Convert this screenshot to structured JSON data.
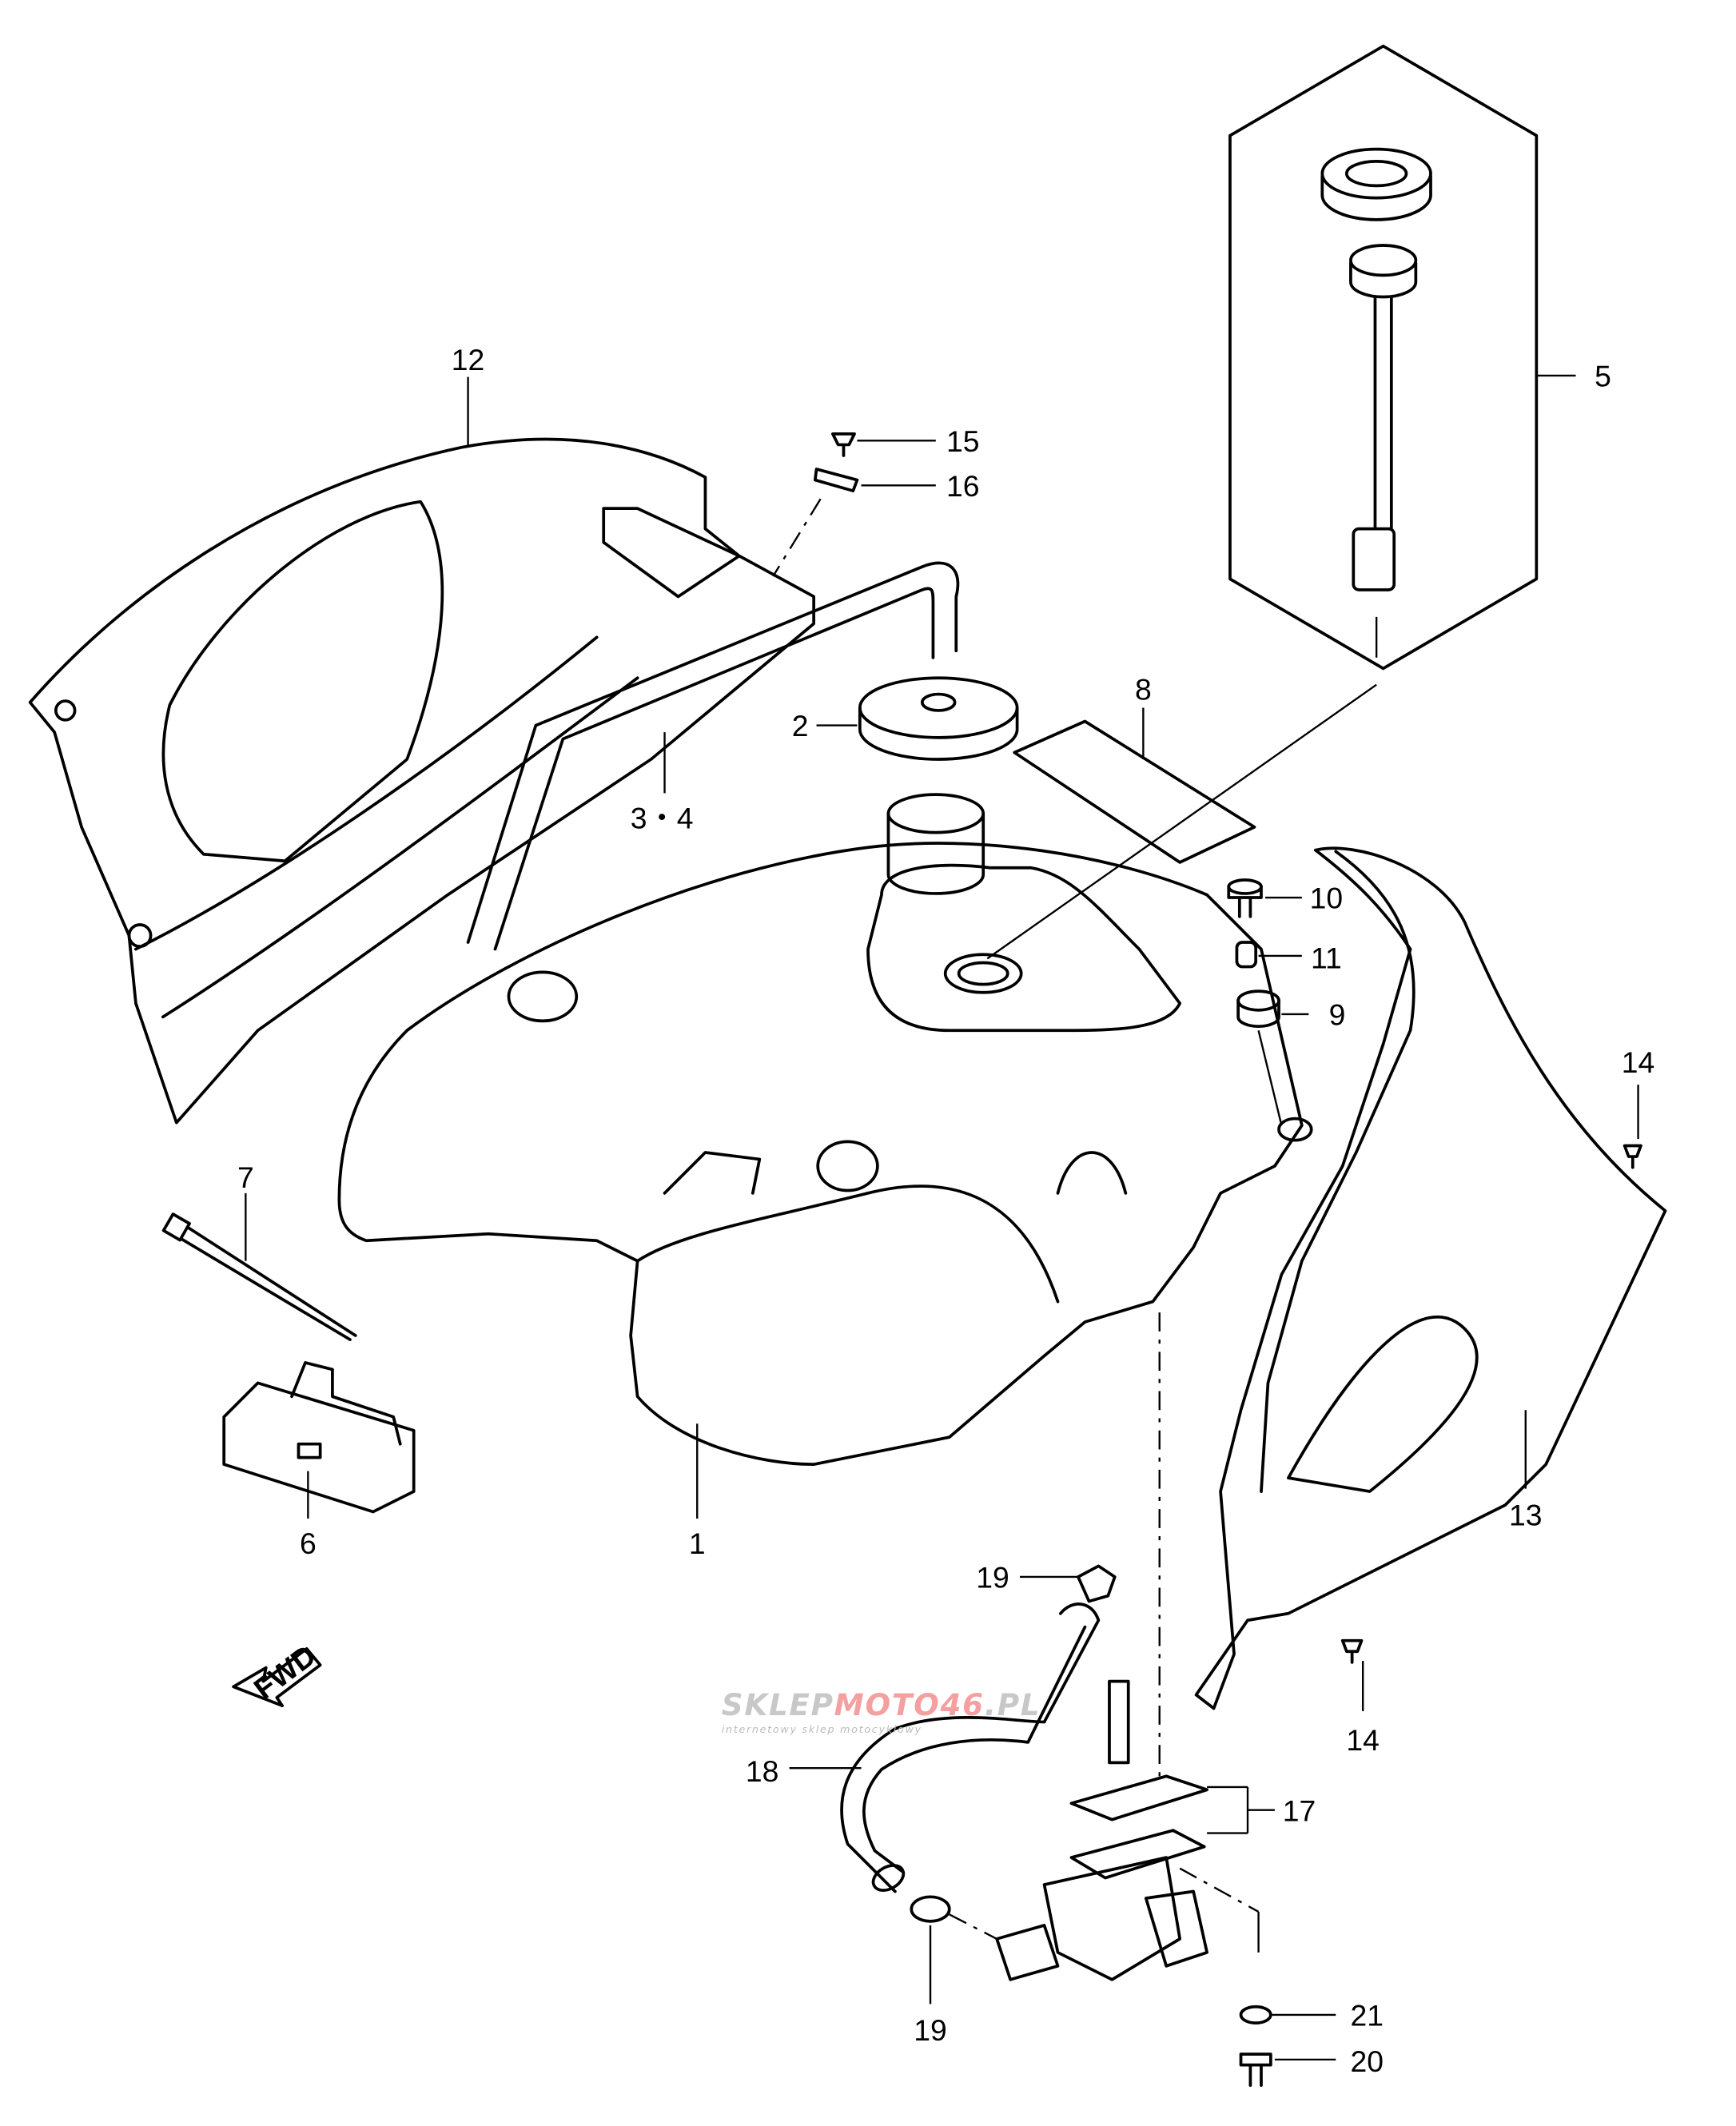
{
  "diagram": {
    "labels": {
      "p1": "1",
      "p2": "2",
      "p3_4": "3・4",
      "p5": "5",
      "p6": "6",
      "p7": "7",
      "p8": "8",
      "p9": "9",
      "p10": "10",
      "p11": "11",
      "p12": "12",
      "p13": "13",
      "p14a": "14",
      "p14b": "14",
      "p15": "15",
      "p16": "16",
      "p17": "17",
      "p18": "18",
      "p19a": "19",
      "p19b": "19",
      "p20": "20",
      "p21": "21"
    },
    "fwd_arrow": "FWD",
    "watermark": {
      "brand_left": "SKLEP",
      "brand_mid": "MOTO",
      "brand_num": "46",
      "brand_right": ".PL",
      "tagline": "internetowy sklep motocyklowy",
      "colors": {
        "gray": "#c8c8c8",
        "red": "#f4a0a0"
      }
    }
  }
}
